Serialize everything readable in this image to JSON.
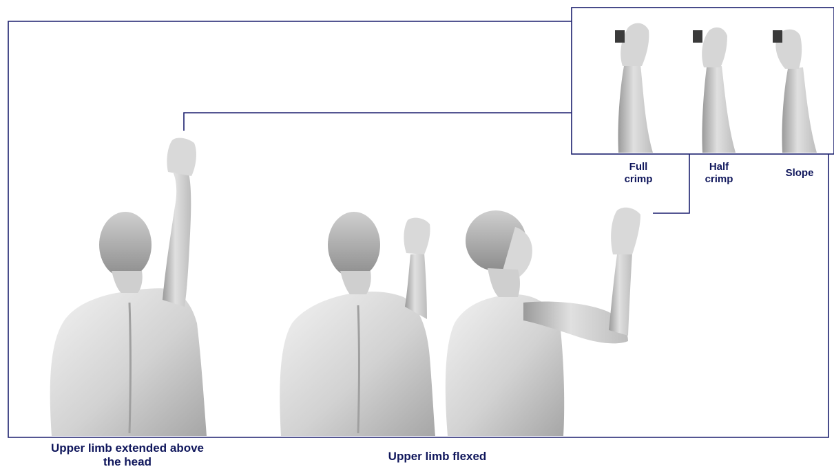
{
  "colors": {
    "frame_line": "#1b1f6e",
    "caption_text": "#10175c",
    "skin_light": "#e6e6e6",
    "skin_mid": "#bdbdbd",
    "skin_dark": "#8f8f8f",
    "hold_block": "#3a3a3a"
  },
  "captions": {
    "extended": "Upper limb extended above the head",
    "flexed": "Upper limb flexed",
    "full_crimp": "Full crimp",
    "half_crimp": "Half crimp",
    "slope": "Slope"
  },
  "figures": {
    "extended_back": "torso-back-arm-extended",
    "flexed_back": "torso-back-arm-flexed",
    "flexed_side": "torso-three-quarter-arm-flexed",
    "grip_full": "hand-full-crimp",
    "grip_half": "hand-half-crimp",
    "grip_slope": "hand-slope"
  }
}
